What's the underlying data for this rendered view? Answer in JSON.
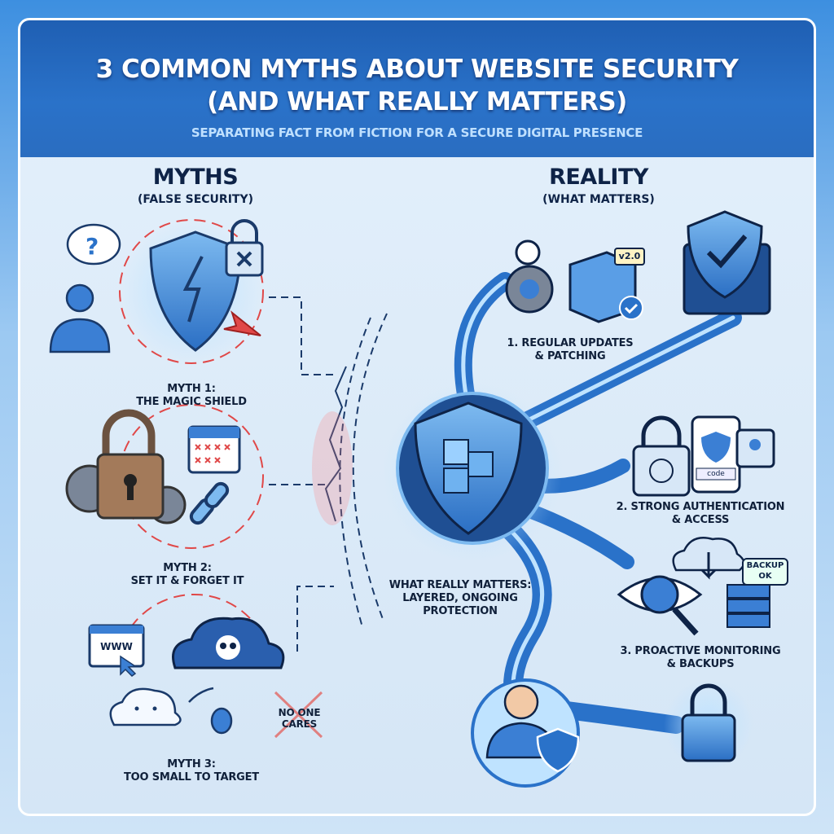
{
  "header": {
    "title_line1": "3 COMMON MYTHS ABOUT WEBSITE SECURITY",
    "title_line2": "(AND WHAT REALLY MATTERS)",
    "subtitle": "SEPARATING FACT FROM FICTION FOR A SECURE DIGITAL PRESENCE"
  },
  "myths": {
    "heading": "MYTHS",
    "subheading": "(FALSE SECURITY)",
    "items": [
      {
        "line1": "MYTH 1:",
        "line2": "THE MAGIC SHIELD"
      },
      {
        "line1": "MYTH 2:",
        "line2": "SET IT & FORGET IT"
      },
      {
        "line1": "MYTH 3:",
        "line2": "TOO SMALL TO TARGET"
      }
    ],
    "www_label": "WWW",
    "no_one_cares_line1": "NO ONE",
    "no_one_cares_line2": "CARES"
  },
  "reality": {
    "heading": "REALITY",
    "subheading": "(WHAT MATTERS)",
    "center": {
      "line1": "WHAT REALLY MATTERS:",
      "line2": "LAYERED, ONGOING",
      "line3": "PROTECTION"
    },
    "items": [
      {
        "line1": "1. REGULAR UPDATES",
        "line2": "& PATCHING"
      },
      {
        "line1": "2. STRONG AUTHENTICATION",
        "line2": "& ACCESS"
      },
      {
        "line1": "3. PROACTIVE MONITORING",
        "line2": "& BACKUPS"
      }
    ],
    "version_label": "v2.0",
    "code_label": "code",
    "backup_line1": "BACKUP",
    "backup_line2": "OK"
  },
  "colors": {
    "accent": "#2a72c9",
    "myth_red": "#e04848",
    "text": "#0e2347"
  }
}
